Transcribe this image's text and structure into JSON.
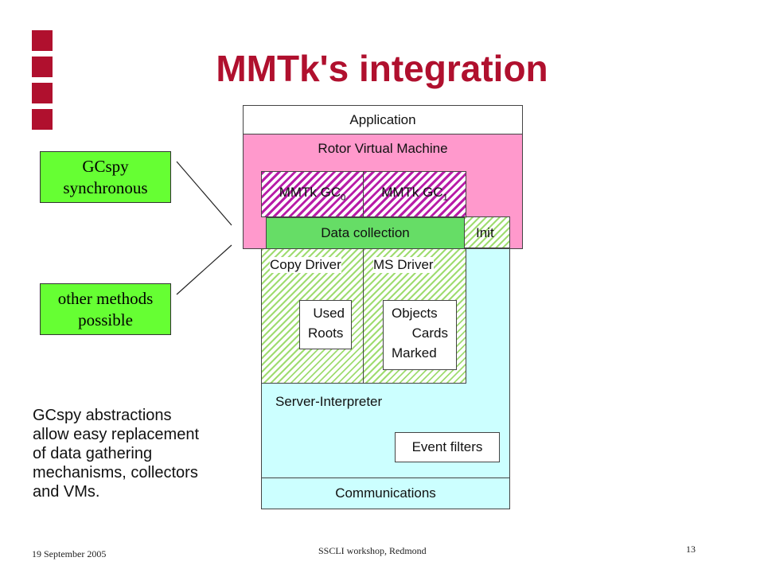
{
  "title": "MMTk's integration",
  "colors": {
    "title": "#b0102e",
    "squares": "#b0102e",
    "pink": "#ff99cc",
    "cyan": "#ccffff",
    "green_box": "#66ff33",
    "green_band": "#66dd66",
    "hatch_green": "#9fdc70",
    "hatch_purple": "#b81ca8"
  },
  "diagram": {
    "application": "Application",
    "rotor": "Rotor Virtual Machine",
    "gc0": {
      "base": "MMTk GC",
      "sub": "0"
    },
    "gc1": {
      "base": "MMTk GC",
      "sub": "1"
    },
    "data_collection": "Data collection",
    "init": "Init",
    "copy_driver": "Copy Driver",
    "ms_driver": "MS Driver",
    "copy_inner": [
      "Used",
      "Roots"
    ],
    "ms_inner": [
      "Objects",
      "Cards",
      "Marked"
    ],
    "server_interpreter": "Server-Interpreter",
    "event_filters": "Event filters",
    "communications": "Communications"
  },
  "side": {
    "gcspy_sync": [
      "GCspy",
      "synchronous"
    ],
    "other_methods": [
      "other methods",
      "possible"
    ],
    "abstractions": [
      "GCspy abstractions",
      "allow easy replacement",
      "of data gathering",
      "mechanisms, collectors",
      "and VMs."
    ]
  },
  "footer": {
    "date": "19 September 2005",
    "event": "SSCLI workshop,  Redmond",
    "page": "13"
  }
}
